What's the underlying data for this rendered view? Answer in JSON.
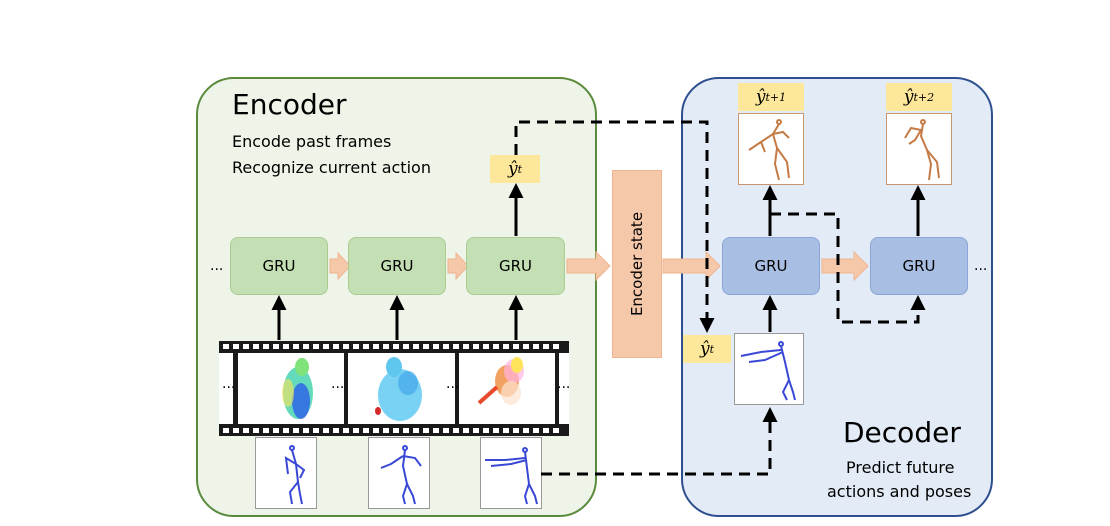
{
  "encoder": {
    "title": "Encoder",
    "lines": [
      "Encode past frames",
      "Recognize current action"
    ],
    "gru_label": "GRU",
    "ellipsis": "..."
  },
  "decoder": {
    "title": "Decoder",
    "lines": [
      "Predict future",
      "actions and poses"
    ],
    "gru_label": "GRU",
    "ellipsis": "..."
  },
  "encoder_state": "Encoder state",
  "labels": {
    "y_t": {
      "base": "ŷ",
      "sub": "t"
    },
    "y_t1": {
      "base": "ŷ",
      "sub": "t+1"
    },
    "y_t2": {
      "base": "ŷ",
      "sub": "t+2"
    }
  },
  "colors": {
    "encoder_bg": "#eef5e8",
    "encoder_border": "#5a8a3c",
    "decoder_bg": "#e3ebf6",
    "decoder_border": "#2e4f8f",
    "gru_encoder": "#c4dfb3",
    "gru_decoder": "#a8bfe3",
    "state_arrow": "#f6c8aa",
    "label_bg": "#fde79a",
    "pose_blue": "#3a48d6",
    "pose_orange": "#c57b45"
  }
}
